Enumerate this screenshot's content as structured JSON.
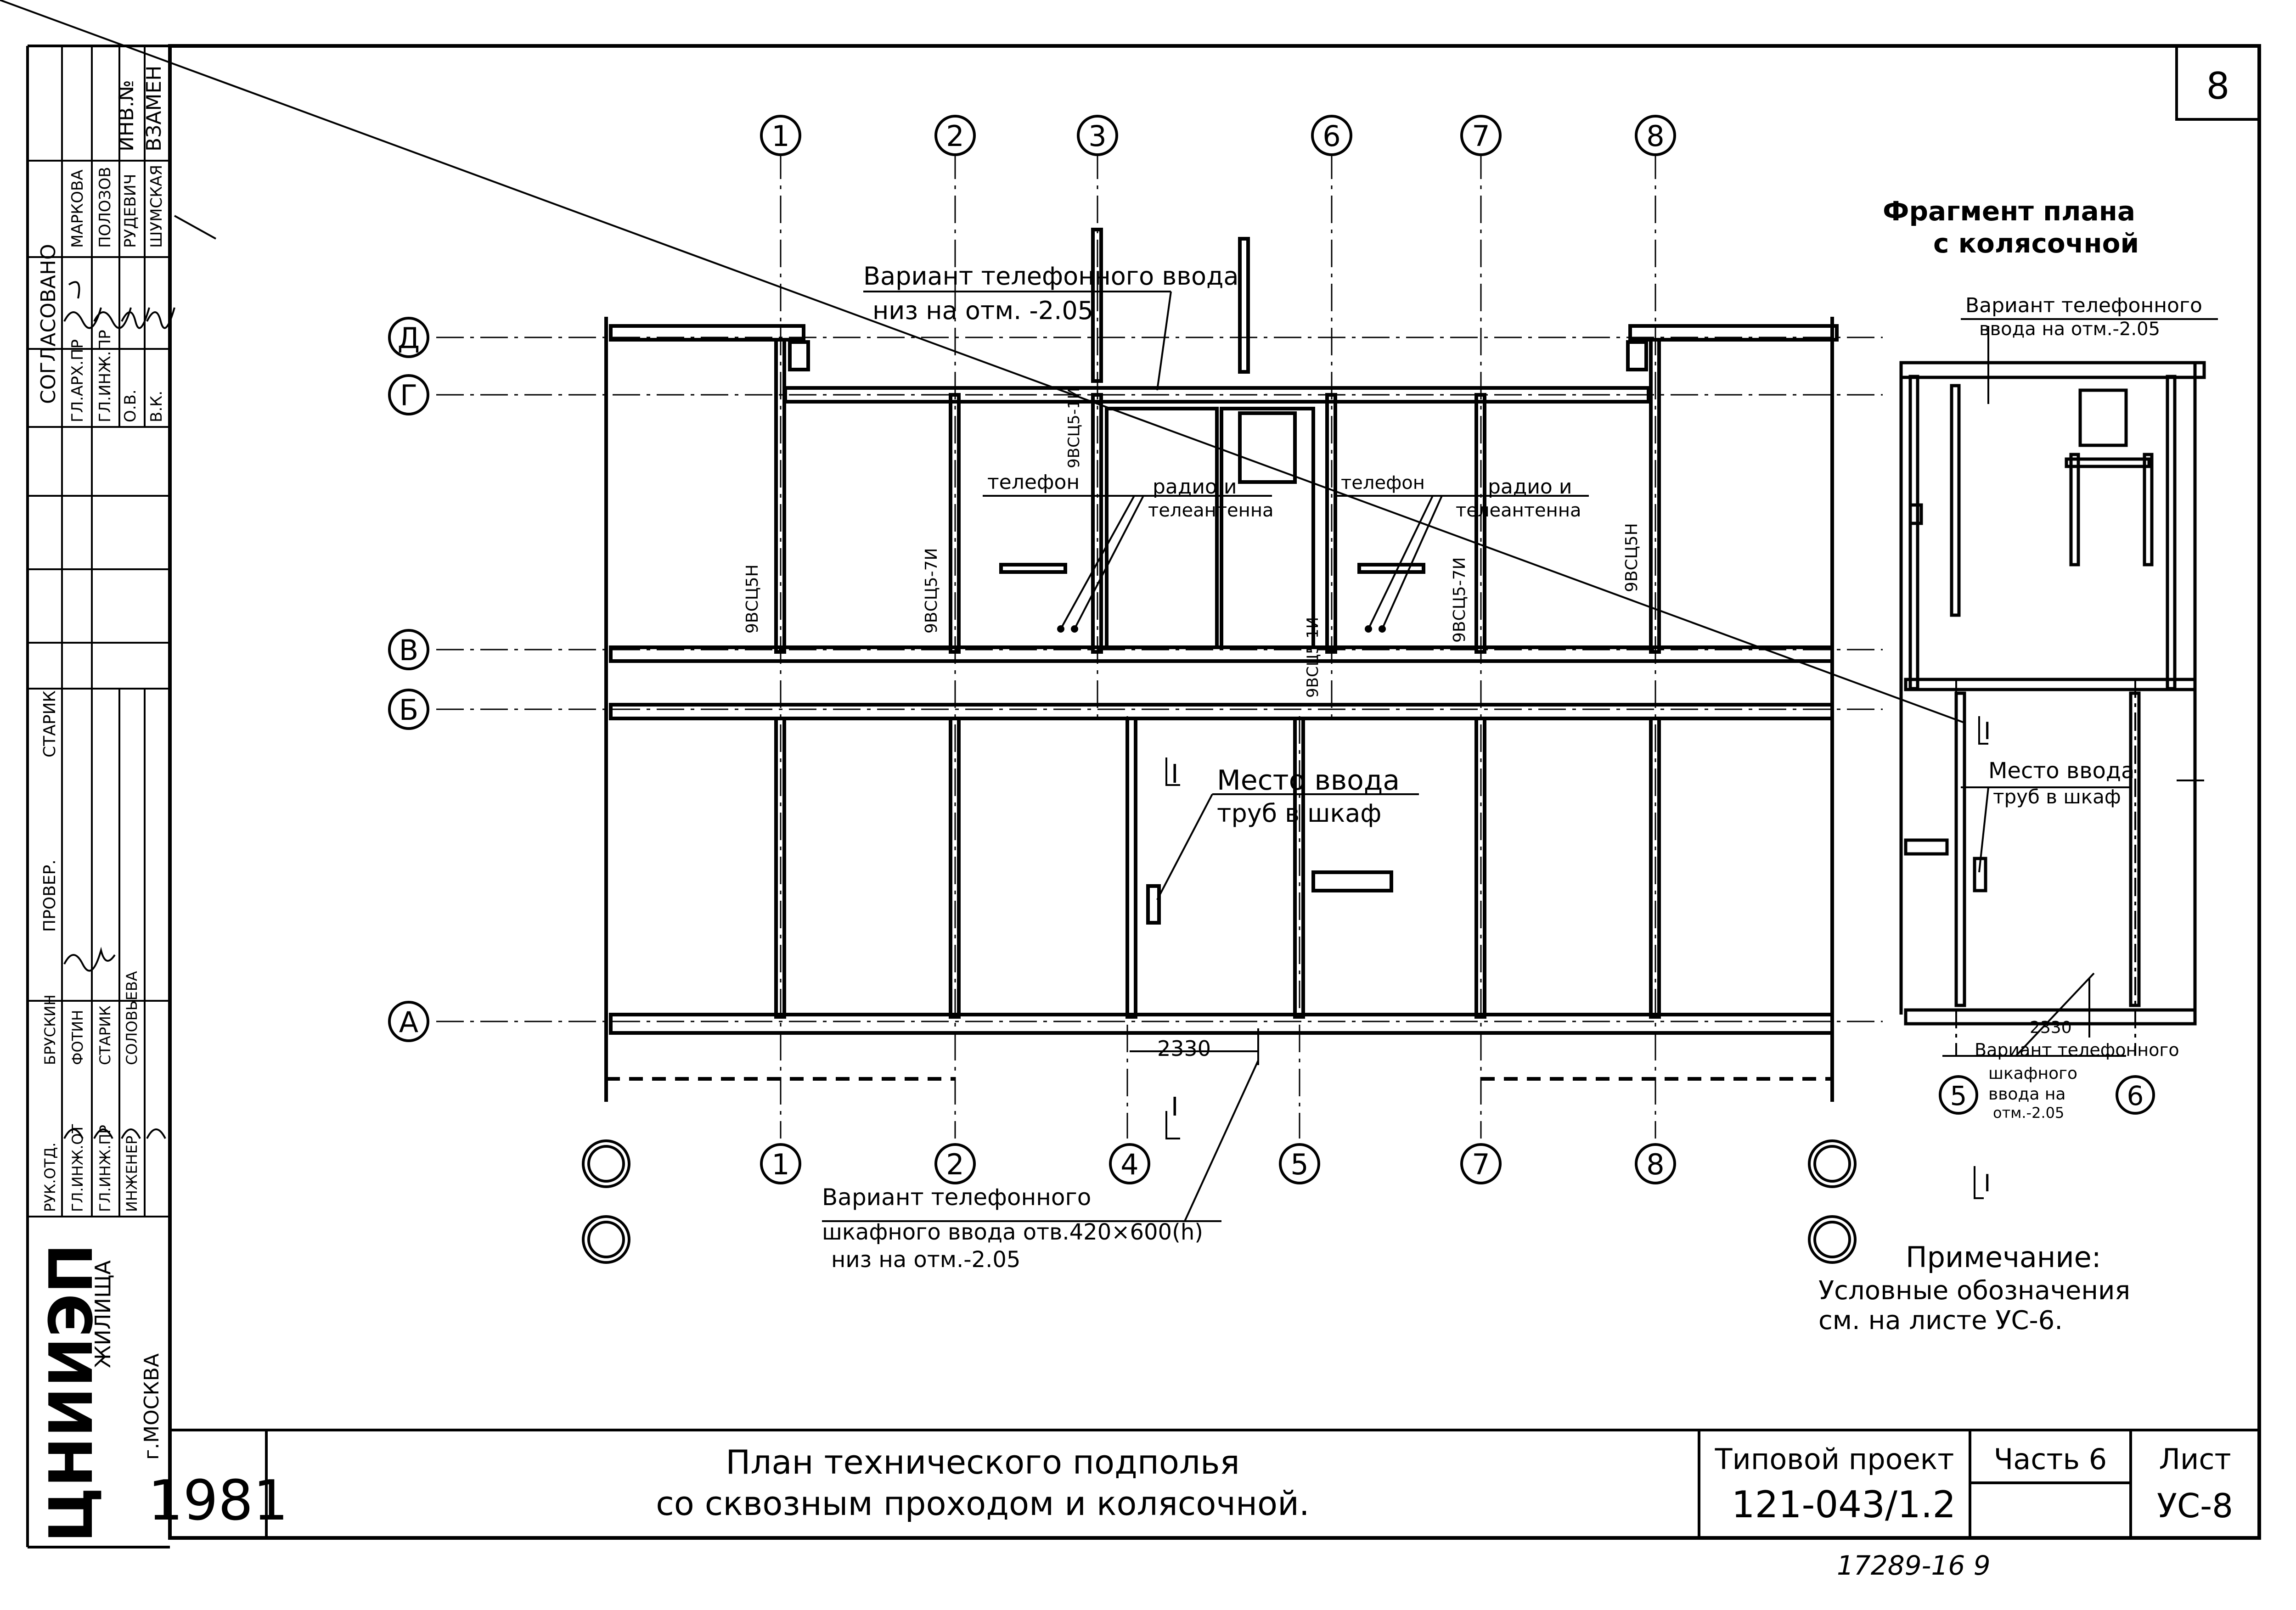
{
  "sheet_number": "8",
  "stamp_left": {
    "agreed_header": "СОГЛАСОВАНО",
    "org": "ЦНИИЭП",
    "inv_label": "ИНВ.№",
    "replacement_label": "ВЗАМЕН",
    "agreed_rows": [
      {
        "role": "ГЛ.АРХ.ПР",
        "name": "МАРКОВА"
      },
      {
        "role": "ГЛ.ИНЖ.ПР",
        "name": "ПОЛОЗОВ"
      },
      {
        "role": "О.В.",
        "name": "РУДЕВИЧ"
      },
      {
        "role": "В.К.",
        "name": "ШУМСКАЯ"
      }
    ],
    "checker_label": "ПРОВЕР.",
    "checker_name": "СТАРИК",
    "author_rows": [
      {
        "role": "РУК.ОТД.",
        "name": "БРУСКИН"
      },
      {
        "role": "ГЛ.ИНЖ.ОТ",
        "name": "ФОТИН"
      },
      {
        "role": "ГЛ.ИНЖ.ПР",
        "name": "СТАРИК"
      },
      {
        "role": "ИНЖЕНЕР",
        "name": "СОЛОВЬЕВА"
      }
    ],
    "logo_main": "ЦНИИЭП",
    "logo_sub": "ЖИЛИЩА",
    "city": "г.МОСКВА"
  },
  "fragment": {
    "title_line1": "Фрагмент плана",
    "title_line2": "с колясочной",
    "phone_label_line1": "Вариант телефонного",
    "phone_label_line2": "ввода на отм.-2.05",
    "pipe_label_line1": "Место ввода",
    "pipe_label_line2": "труб в шкаф",
    "cabinet_label_line1": "Вариант телефонного",
    "cabinet_label_line2": "шкафного",
    "cabinet_label_line3": "ввода на",
    "cabinet_label_line4": "отм.-2.05",
    "dimension": "2330",
    "axis_left": "5",
    "axis_right": "6",
    "section_mark": "I"
  },
  "plan": {
    "axes_top": [
      "1",
      "2",
      "3",
      "6",
      "7",
      "8"
    ],
    "axes_bottom": [
      "1",
      "2",
      "4",
      "5",
      "7",
      "8"
    ],
    "axes_left": [
      "Д",
      "Г",
      "В",
      "Б",
      "А"
    ],
    "phone_variant_line1": "Вариант телефонного ввода",
    "phone_variant_line2": "низ на отм. -2.05",
    "telephone_1": "телефон",
    "radio_1_line1": "радио и",
    "radio_1_line2": "телеантенна",
    "telephone_2": "телефон",
    "radio_2_line1": "радио и",
    "radio_2_line2": "телеантенна",
    "pipe_entry_line1": "Место ввода",
    "pipe_entry_line2": "труб в шкаф",
    "riser_labels": [
      "9ВСЦ5Н",
      "9ВСЦ5-7И",
      "9ВСЦ5-1И",
      "9ВСЦ5-1И",
      "9ВСЦ5-7И",
      "9ВСЦ5Н"
    ],
    "dimension": "2330",
    "section_mark": "I",
    "cabinet_line1": "Вариант телефонного",
    "cabinet_line2": "шкафного ввода отв.420×600(h)",
    "cabinet_line3": "низ на отм.-2.05"
  },
  "note": {
    "title": "Примечание:",
    "line1": "Условные обозначения",
    "line2": "см. на листе УС-6."
  },
  "title_block": {
    "year": "1981",
    "title_line1": "План технического подполья",
    "title_line2": "со сквозным проходом и колясочной.",
    "project_label": "Типовой проект",
    "project_number": "121-043/1.2",
    "part_label": "Часть 6",
    "sheet_label": "Лист",
    "sheet_code": "УС-8"
  },
  "archive_number": "17289-16 9"
}
